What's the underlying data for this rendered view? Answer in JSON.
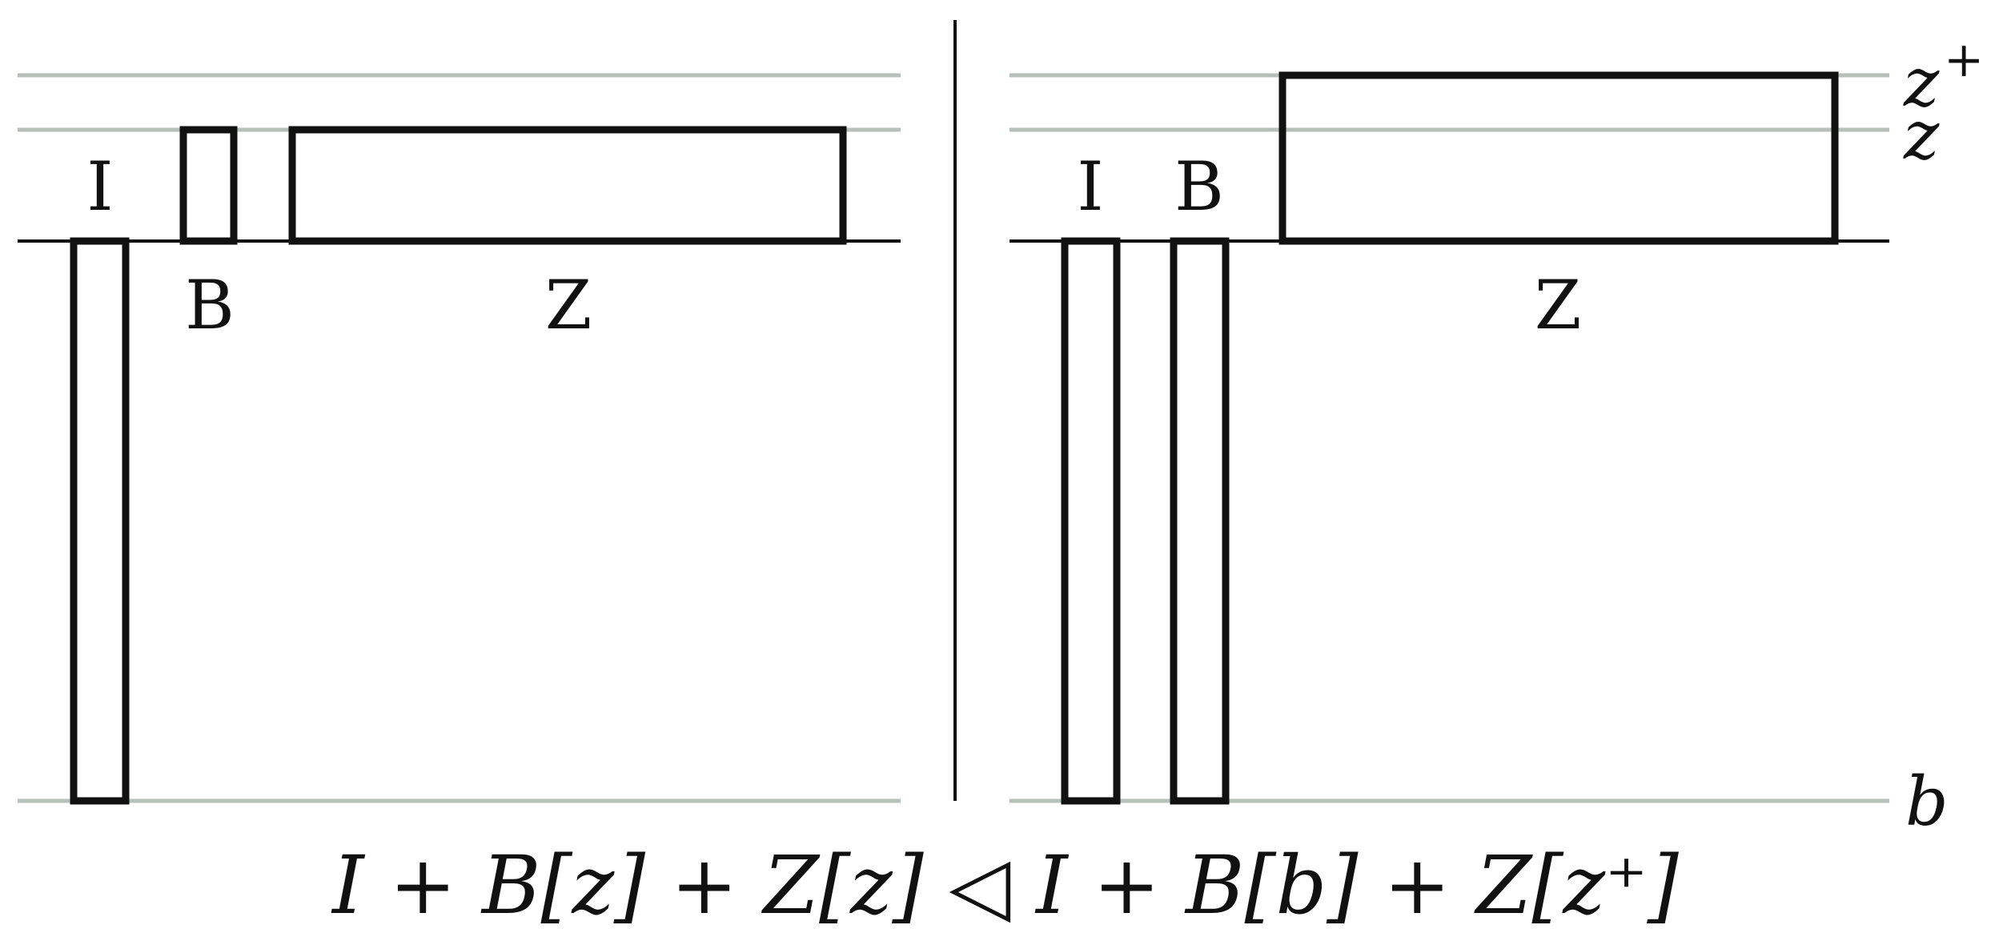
{
  "colors": {
    "guide_line": "#b8c0bb",
    "stroke": "#111111",
    "background": "#ffffff"
  },
  "levels": {
    "z_plus": "z",
    "z_plus_sup": "+",
    "z": "z",
    "b": "b"
  },
  "left_panel": {
    "label_I": "I",
    "label_B": "B",
    "label_Z": "Z"
  },
  "right_panel": {
    "label_I": "I",
    "label_B": "B",
    "label_Z": "Z"
  },
  "formula": "I + B[z] + Z[z] ◁ I + B[b] + Z[z⁺]"
}
